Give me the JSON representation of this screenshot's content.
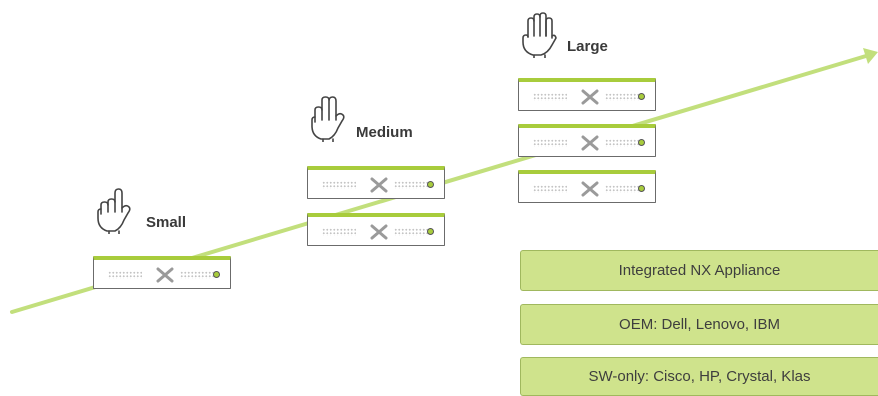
{
  "tiers": [
    {
      "label": "Small",
      "server_count": 1
    },
    {
      "label": "Medium",
      "server_count": 2
    },
    {
      "label": "Large",
      "server_count": 3
    }
  ],
  "deployment_options": [
    "Integrated NX Appliance",
    "OEM: Dell, Lenovo, IBM",
    "SW-only: Cisco, HP, Crystal, Klas"
  ],
  "colors": {
    "accent_green": "#a8cc3c",
    "box_fill": "#cfe38c",
    "outline": "#6b6b6b"
  },
  "icons": [
    "hand-one-finger-icon",
    "hand-two-fingers-icon",
    "hand-open-icon",
    "x-logo-icon"
  ]
}
